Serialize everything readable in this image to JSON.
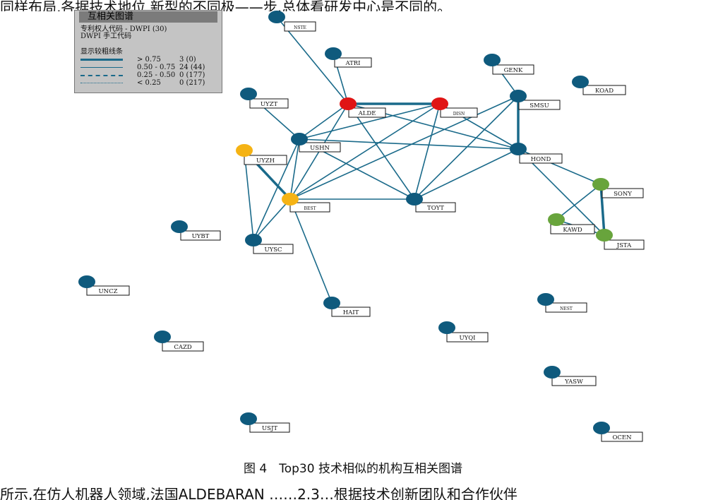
{
  "top_text": "同样布局,各据技术地位,新型的不同极——步,总体看研发中心是不同的。",
  "bottom_text": "所示,在仿人机器人领域,法国ALDEBARAN ……2.3…根据技术创新团队和合作伙伴",
  "caption": "图 4　Top30 技术相似的机构互相关图谱",
  "legend": {
    "title": "互相关图谱",
    "line1": "专利权人代码 - DWPI (30)",
    "line2": "DWPI 手工代码",
    "subtitle": "显示较粗线条",
    "rows": [
      {
        "range": "> 0.75",
        "count": "3 (0)",
        "style": "thick"
      },
      {
        "range": "0.50 - 0.75",
        "count": "24 (44)",
        "style": "solid"
      },
      {
        "range": "0.25 - 0.50",
        "count": "0 (177)",
        "style": "dash"
      },
      {
        "range": "< 0.25",
        "count": "0 (217)",
        "style": "dot"
      }
    ]
  },
  "colors": {
    "blue": "#0f5a7d",
    "red": "#e01414",
    "orange": "#f5b314",
    "green": "#68a43c",
    "edge": "#1a6a8a"
  },
  "nodes": [
    {
      "id": "NSTE",
      "color": "blue"
    },
    {
      "id": "ATRI",
      "color": "blue"
    },
    {
      "id": "GENK",
      "color": "blue"
    },
    {
      "id": "KOAD",
      "color": "blue"
    },
    {
      "id": "UYZT",
      "color": "blue"
    },
    {
      "id": "ALDE",
      "color": "red"
    },
    {
      "id": "DISN",
      "color": "red"
    },
    {
      "id": "SMSU",
      "color": "blue"
    },
    {
      "id": "USHN",
      "color": "blue"
    },
    {
      "id": "HOND",
      "color": "blue"
    },
    {
      "id": "UYZH",
      "color": "orange"
    },
    {
      "id": "BEST",
      "color": "orange"
    },
    {
      "id": "TOYT",
      "color": "blue"
    },
    {
      "id": "SONY",
      "color": "green"
    },
    {
      "id": "KAWD",
      "color": "green"
    },
    {
      "id": "JSTA",
      "color": "green"
    },
    {
      "id": "UYBT",
      "color": "blue"
    },
    {
      "id": "UYSC",
      "color": "blue"
    },
    {
      "id": "UNCZ",
      "color": "blue"
    },
    {
      "id": "HAIT",
      "color": "blue"
    },
    {
      "id": "NEST",
      "color": "blue"
    },
    {
      "id": "UYQI",
      "color": "blue"
    },
    {
      "id": "CAZD",
      "color": "blue"
    },
    {
      "id": "YASW",
      "color": "blue"
    },
    {
      "id": "USJT",
      "color": "blue"
    },
    {
      "id": "OCEN",
      "color": "blue"
    }
  ],
  "edges": [
    [
      "NSTE",
      "ALDE",
      "thin"
    ],
    [
      "ATRI",
      "ALDE",
      "thin"
    ],
    [
      "ALDE",
      "DISN",
      "thick"
    ],
    [
      "ALDE",
      "USHN",
      "thin"
    ],
    [
      "ALDE",
      "TOYT",
      "thin"
    ],
    [
      "ALDE",
      "HOND",
      "thin"
    ],
    [
      "ALDE",
      "BEST",
      "thin"
    ],
    [
      "DISN",
      "USHN",
      "thin"
    ],
    [
      "DISN",
      "TOYT",
      "thin"
    ],
    [
      "DISN",
      "BEST",
      "thin"
    ],
    [
      "DISN",
      "HOND",
      "thin"
    ],
    [
      "GENK",
      "SMSU",
      "thin"
    ],
    [
      "SMSU",
      "HOND",
      "thick"
    ],
    [
      "SMSU",
      "TOYT",
      "thin"
    ],
    [
      "SMSU",
      "BEST",
      "thin"
    ],
    [
      "UYZT",
      "USHN",
      "thin"
    ],
    [
      "USHN",
      "BEST",
      "thin"
    ],
    [
      "USHN",
      "UYSC",
      "thin"
    ],
    [
      "USHN",
      "TOYT",
      "thin"
    ],
    [
      "USHN",
      "HOND",
      "thin"
    ],
    [
      "HOND",
      "TOYT",
      "thin"
    ],
    [
      "HOND",
      "SONY",
      "thin"
    ],
    [
      "HOND",
      "JSTA",
      "thin"
    ],
    [
      "UYZH",
      "BEST",
      "thick"
    ],
    [
      "UYZH",
      "UYSC",
      "thin"
    ],
    [
      "BEST",
      "TOYT",
      "thin"
    ],
    [
      "BEST",
      "UYSC",
      "thin"
    ],
    [
      "BEST",
      "HAIT",
      "thin"
    ],
    [
      "SONY",
      "KAWD",
      "thin"
    ],
    [
      "SONY",
      "JSTA",
      "thick"
    ],
    [
      "KAWD",
      "JSTA",
      "thin"
    ]
  ]
}
